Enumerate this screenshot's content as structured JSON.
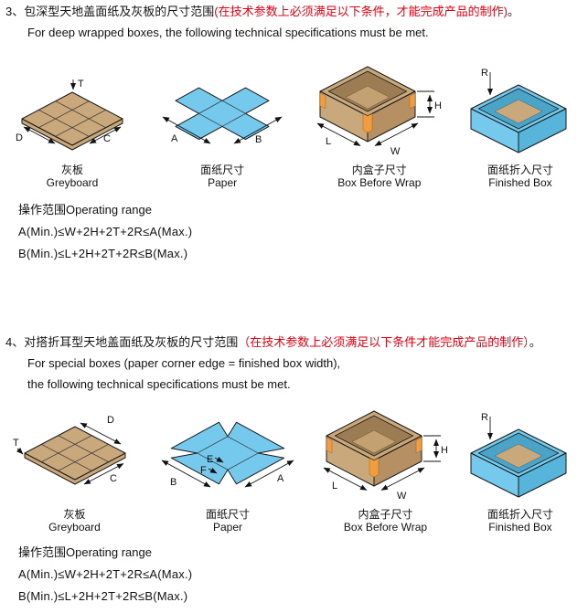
{
  "colors": {
    "title_red": "#e60012",
    "paper_blue": "#74c9ec",
    "board_tan": "#c9a87c",
    "tape_orange": "#f39c3d"
  },
  "dims": {
    "T": "T",
    "D": "D",
    "C": "C",
    "A": "A",
    "B": "B",
    "E": "E",
    "F": "F",
    "H": "H",
    "L": "L",
    "W": "W",
    "R": "R"
  },
  "section3": {
    "number_title": "3、包深型天地盖面纸及灰板的尺寸范围",
    "title_red_note": "(在技术参数上必须满足以下条件，才能完成产品的制作)",
    "title_period": "。",
    "subtitle": "For deep wrapped boxes, the following technical specifications must be met.",
    "figures": [
      {
        "cn": "灰板",
        "en": "Greyboard"
      },
      {
        "cn": "面纸尺寸",
        "en": "Paper"
      },
      {
        "cn": "内盒子尺寸",
        "en": "Box Before Wrap"
      },
      {
        "cn": "面纸折入尺寸",
        "en": "Finished Box"
      }
    ],
    "operating_range": "操作范围Operating range",
    "formula_a": "A(Min.)≤W+2H+2T+2R≤A(Max.)",
    "formula_b": "B(Min.)≤L+2H+2T+2R≤B(Max.)"
  },
  "section4": {
    "number_title": "4、对搭折耳型天地盖面纸及灰板的尺寸范围",
    "title_red_note": "（在技术参数上必须满足以下条件才能完成产品的制作）",
    "title_period": "。",
    "subtitle_line1": "For special boxes (paper corner edge = finished box width),",
    "subtitle_line2": "the following technical specifications must be met.",
    "figures": [
      {
        "cn": "灰板",
        "en": "Greyboard"
      },
      {
        "cn": "面纸尺寸",
        "en": "Paper"
      },
      {
        "cn": "内盒子尺寸",
        "en": "Box Before Wrap"
      },
      {
        "cn": "面纸折入尺寸",
        "en": "Finished Box"
      }
    ],
    "operating_range": "操作范围Operating range",
    "formula_a": "A(Min.)≤W+2H+2T+2R≤A(Max.)",
    "formula_b": "B(Min.)≤L+2H+2T+2R≤B(Max.)"
  }
}
